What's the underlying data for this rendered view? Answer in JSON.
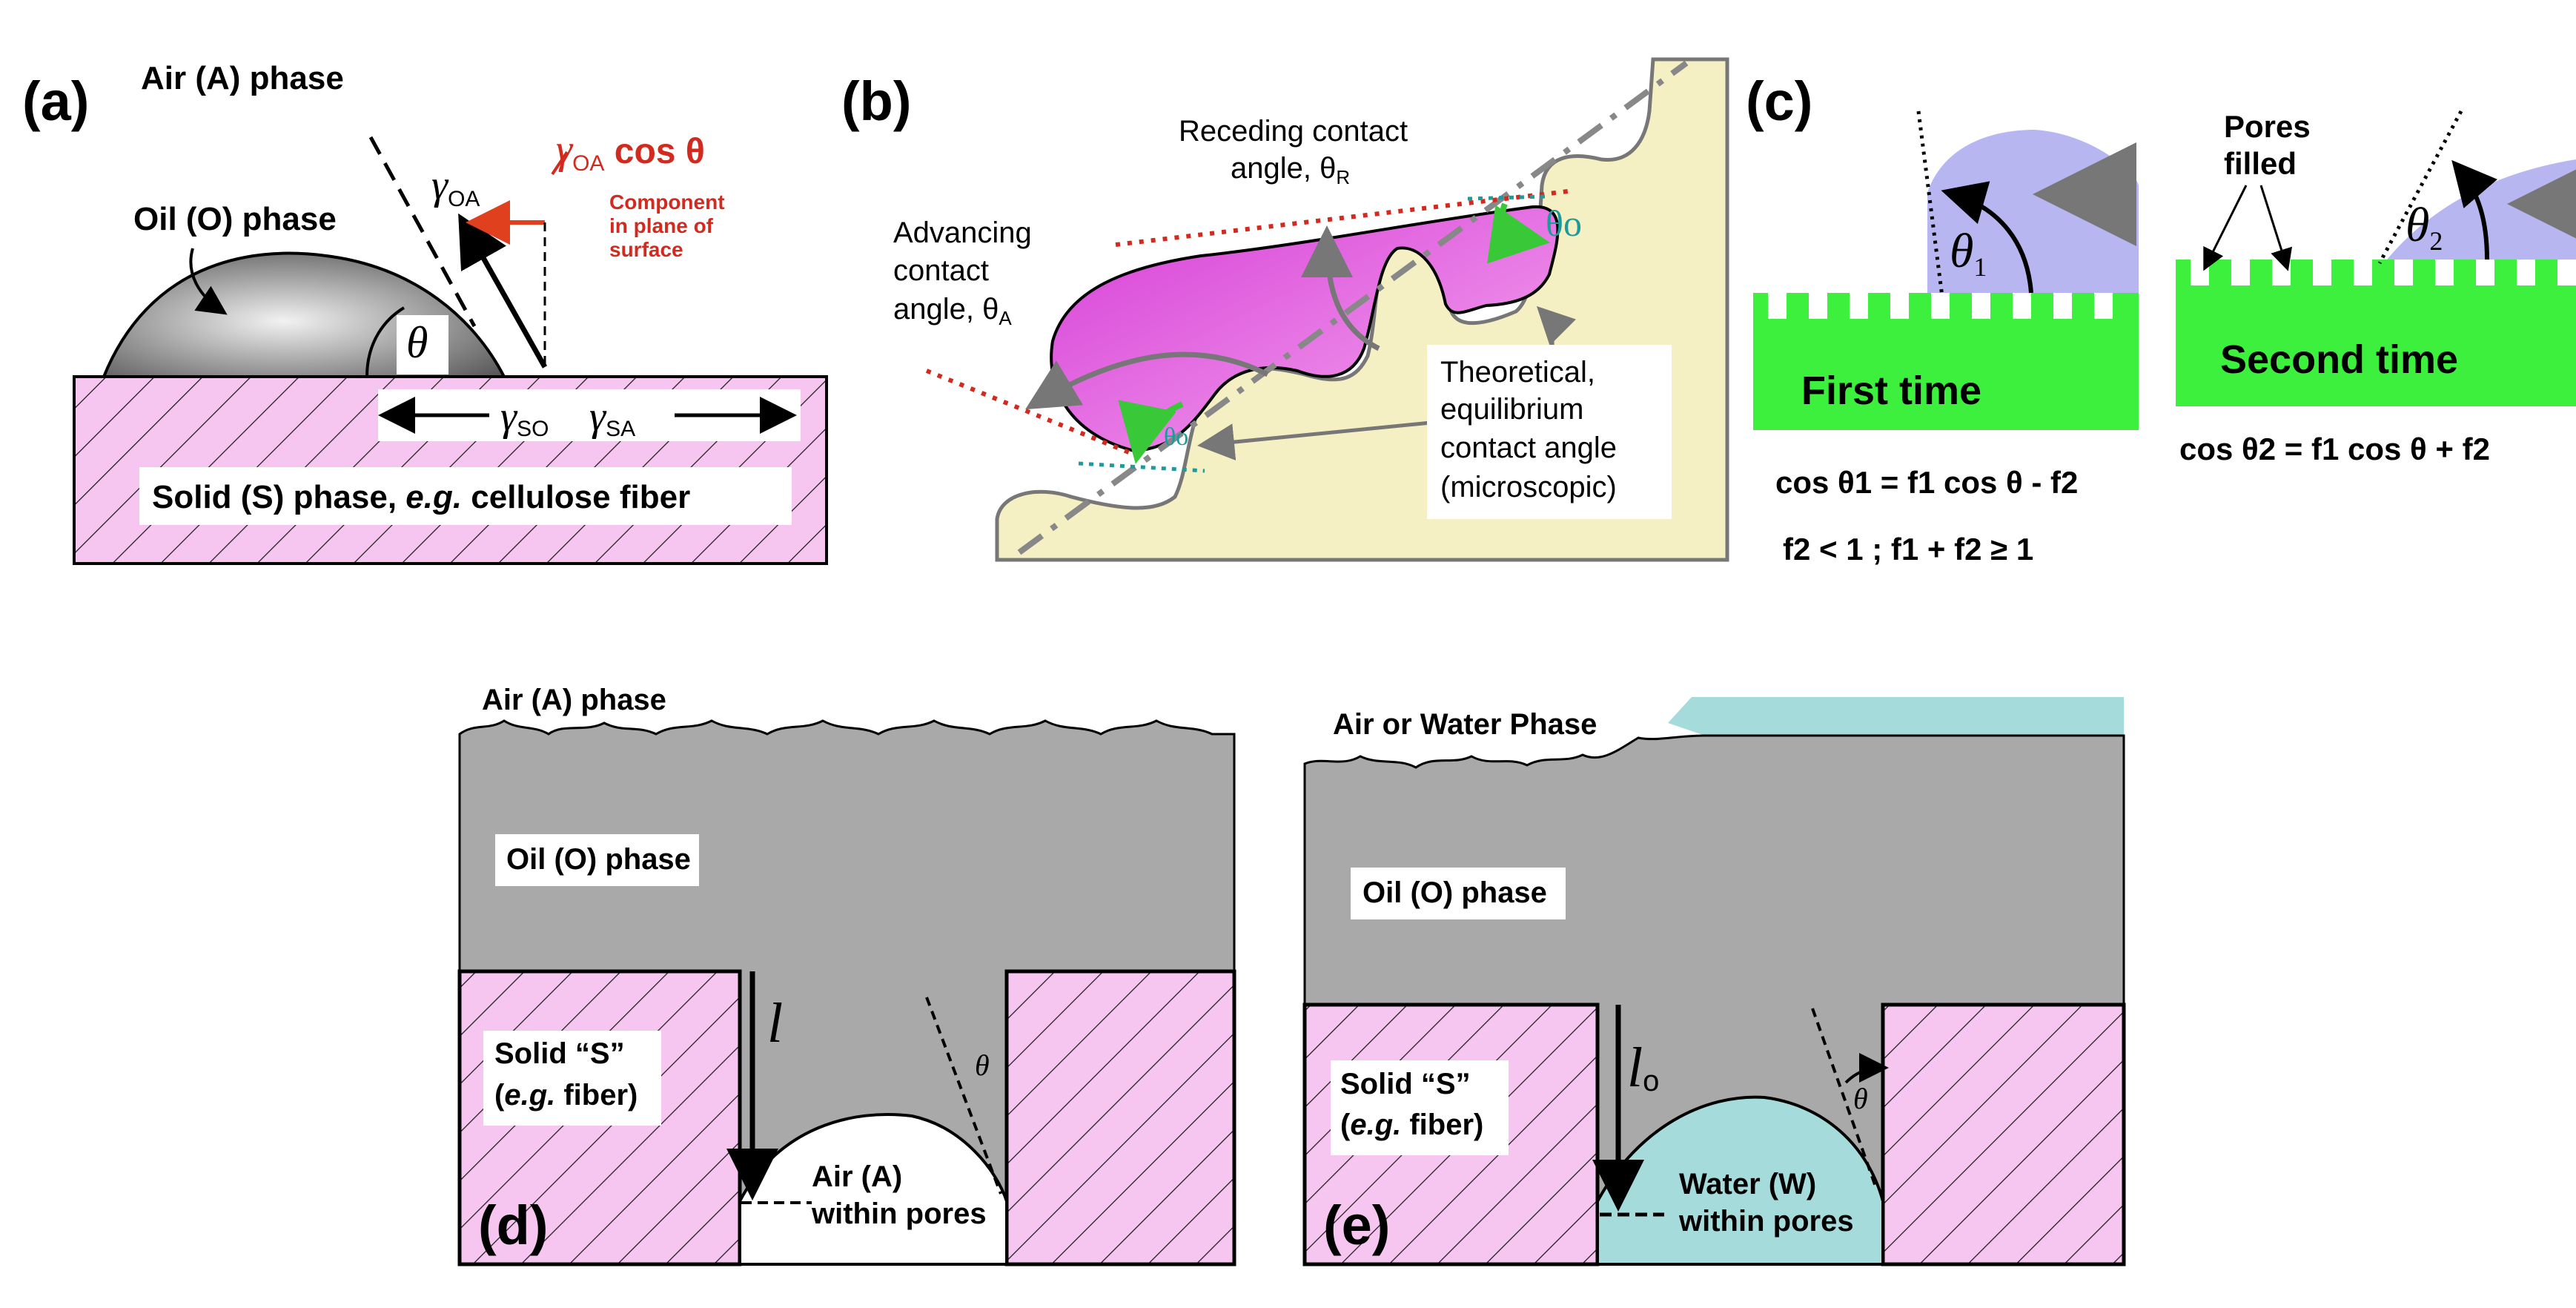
{
  "colors": {
    "pink": "#f6c6f0",
    "magenta": "#e07be2",
    "cream": "#f5f0c3",
    "green": "#3df03d",
    "lavender": "#b8b6f1",
    "grey_oil": "#a9a9a9",
    "cyan": "#a6dbdc",
    "red_label": "#d22a1f",
    "teal_theta": "#1e9a9a",
    "arrow_green": "#38c838"
  },
  "panel_a": {
    "letter": "(a)",
    "air_phase": "Air (A) phase",
    "oil_phase": "Oil (O) phase",
    "solid_phase_1": "Solid (S) phase, ",
    "solid_phase_2": "e.g.",
    "solid_phase_3": " cellulose fiber",
    "gamma": "γ",
    "sub_oa": "OA",
    "sub_so": "SO",
    "sub_sa": "SA",
    "cos_theta": "cos θ",
    "component_1": "Component",
    "component_2": "in plane of",
    "component_3": "surface",
    "theta": "θ"
  },
  "panel_b": {
    "letter": "(b)",
    "receding_1": "Receding contact",
    "receding_2": "angle, θ",
    "receding_sub": "R",
    "advancing_1": "Advancing",
    "advancing_2": "contact",
    "advancing_3": "angle, θ",
    "advancing_sub": "A",
    "theoretical_1": "Theoretical,",
    "theoretical_2": "equilibrium",
    "theoretical_3": "contact angle",
    "theoretical_4": "(microscopic)",
    "theta_o": "θo"
  },
  "panel_c": {
    "letter": "(c)",
    "first_time": "First time",
    "second_time": "Second time",
    "pores_1": "Pores",
    "pores_2": "filled",
    "theta1": "θ1",
    "theta2": "θ2",
    "eq1": "cos θ1 = f1 cos θ - f2",
    "eq2": "cos θ2 = f1 cos θ + f2",
    "eq3": "f2 < 1 ; f1 + f2 ≥ 1"
  },
  "panel_d": {
    "letter": "(d)",
    "air_phase": "Air (A) phase",
    "oil_phase": "Oil (O) phase",
    "solid_1": "Solid “S”",
    "solid_2a": "(",
    "solid_2b": "e.g.",
    "solid_2c": " fiber)",
    "pore_1": "Air (A)",
    "pore_2": "within pores",
    "l_label": "l",
    "theta": "θ"
  },
  "panel_e": {
    "letter": "(e)",
    "air_water": "Air or Water Phase",
    "oil_phase": "Oil (O) phase",
    "solid_1": "Solid “S”",
    "solid_2a": "(",
    "solid_2b": "e.g.",
    "solid_2c": " fiber)",
    "pore_1": "Water (W)",
    "pore_2": "within pores",
    "l_label": "l",
    "l_sub": "o",
    "theta": "θ"
  }
}
